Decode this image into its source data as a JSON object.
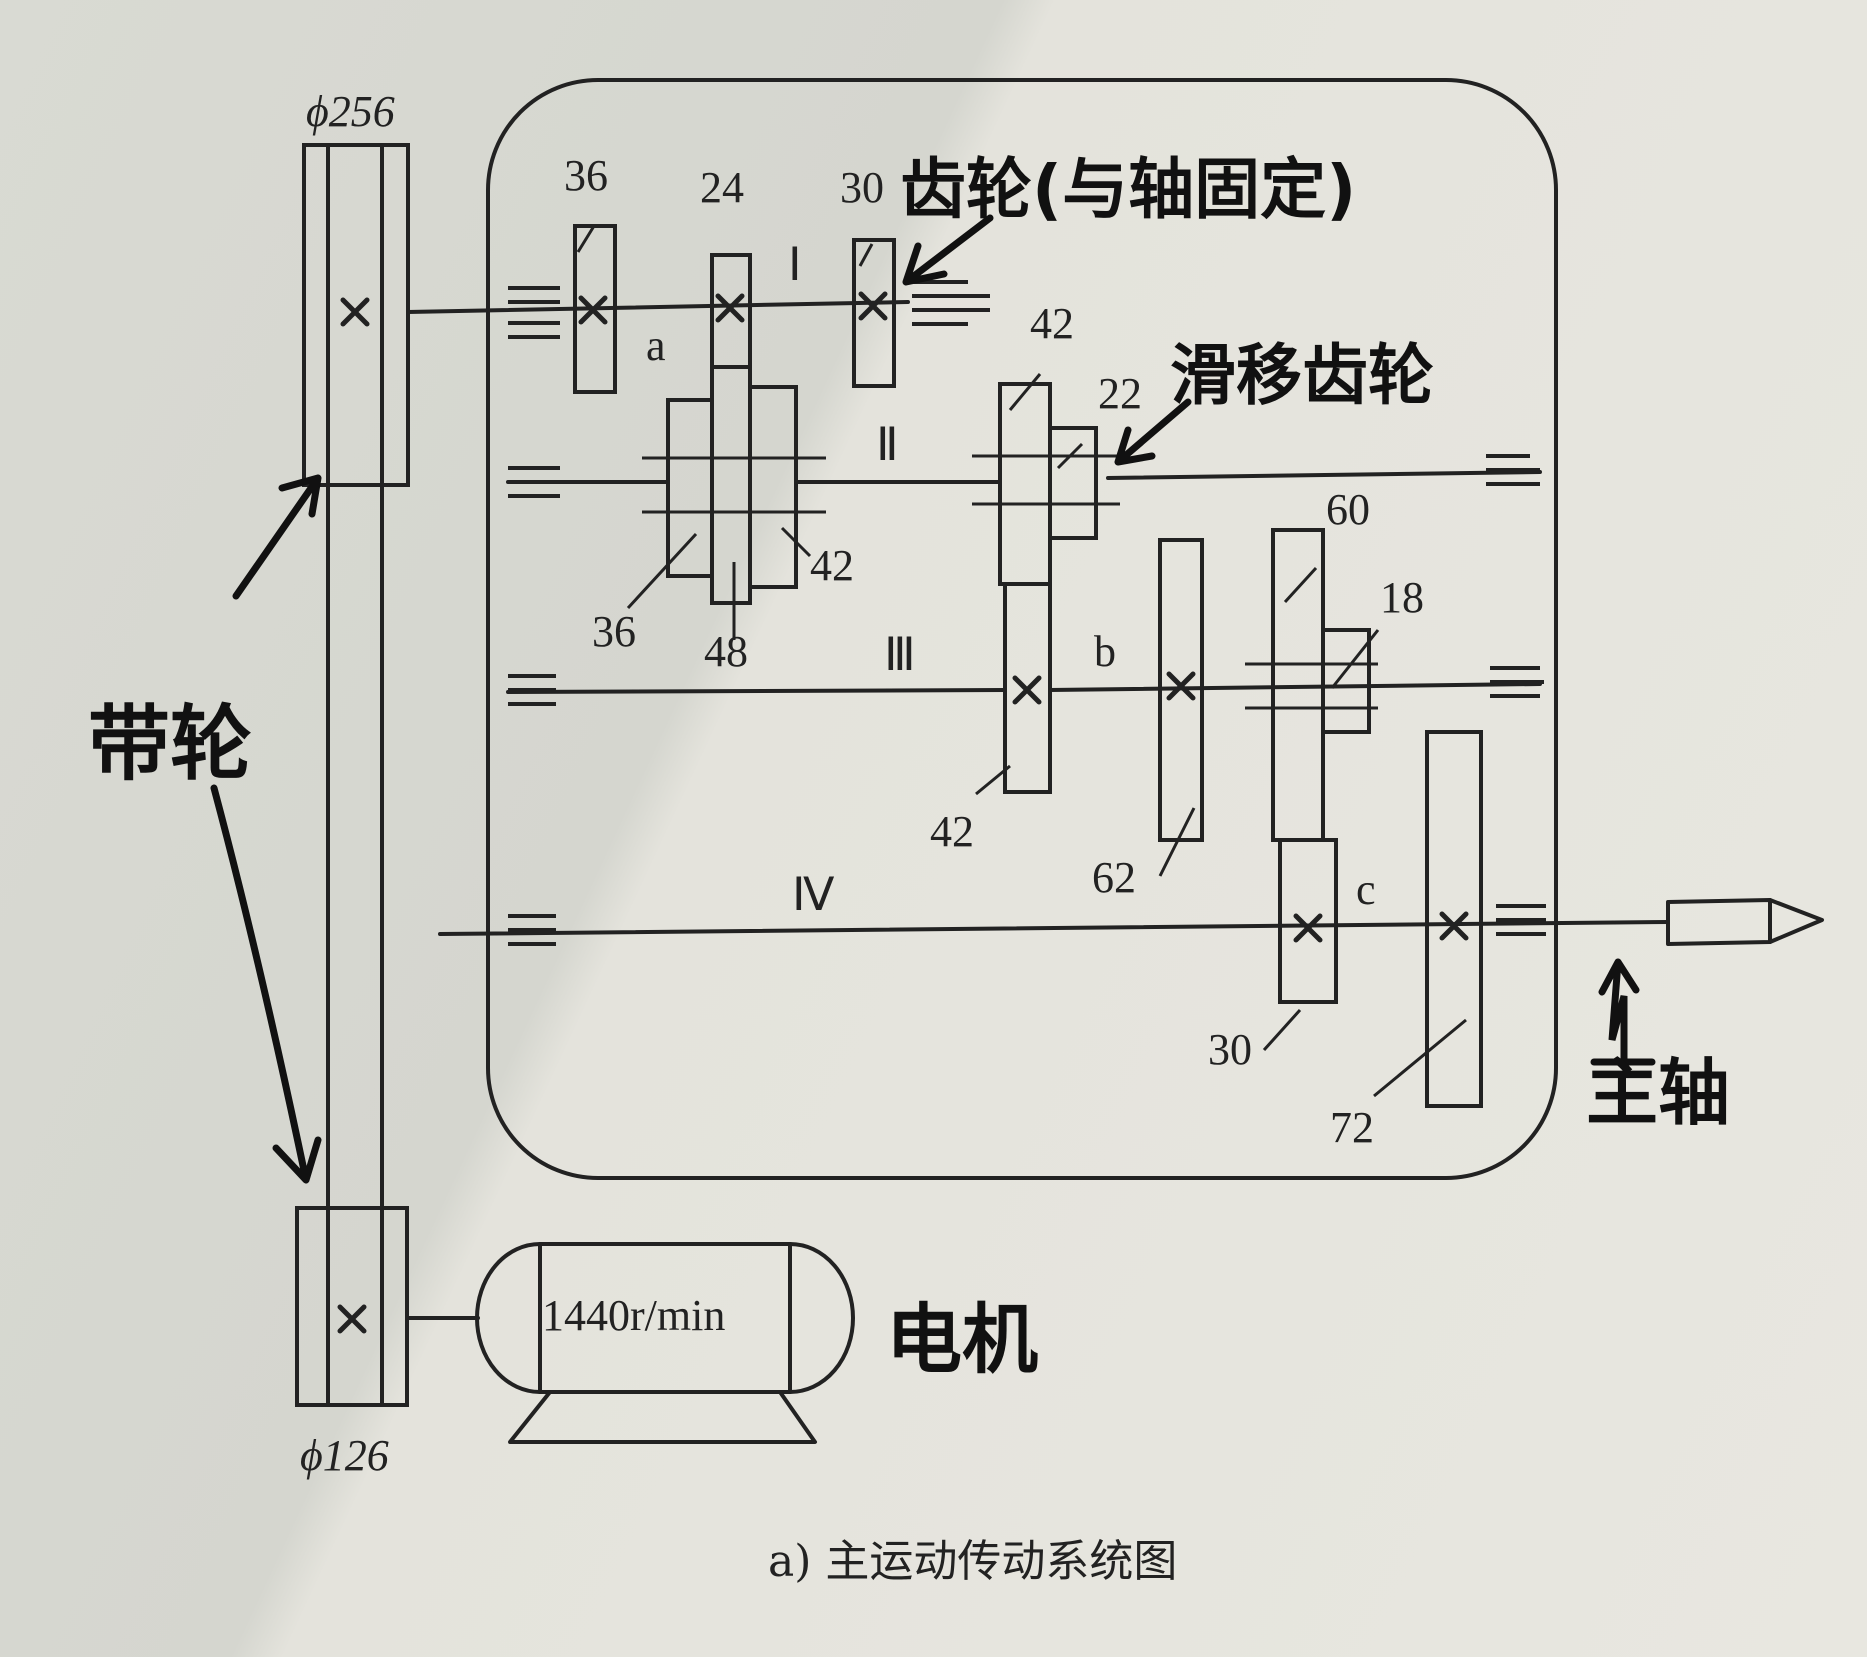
{
  "pulleys": {
    "top_diameter": "ϕ256",
    "bottom_diameter": "ϕ126"
  },
  "motor": {
    "speed": "1440r/min"
  },
  "shafts": {
    "s1": "Ⅰ",
    "s2": "Ⅱ",
    "s3": "Ⅲ",
    "s4": "Ⅳ"
  },
  "points": {
    "a": "a",
    "b": "b",
    "c": "c"
  },
  "gears": {
    "s1_g36": "36",
    "s1_g24": "24",
    "s1_g30": "30",
    "s2_g36": "36",
    "s2_g48": "48",
    "s2_g42": "42",
    "s2_g42b": "42",
    "s2_g22": "22",
    "s3_g42": "42",
    "s3_g62": "62",
    "s3_g60": "60",
    "s3_g18": "18",
    "s4_g30": "30",
    "s4_g72": "72"
  },
  "annotations": {
    "fixed_gear": "齿轮(与轴固定)",
    "sliding_gear": "滑移齿轮",
    "belt_pulley": "带轮",
    "motor": "电机",
    "spindle": "主轴"
  },
  "caption": "a) 主运动传动系统图"
}
